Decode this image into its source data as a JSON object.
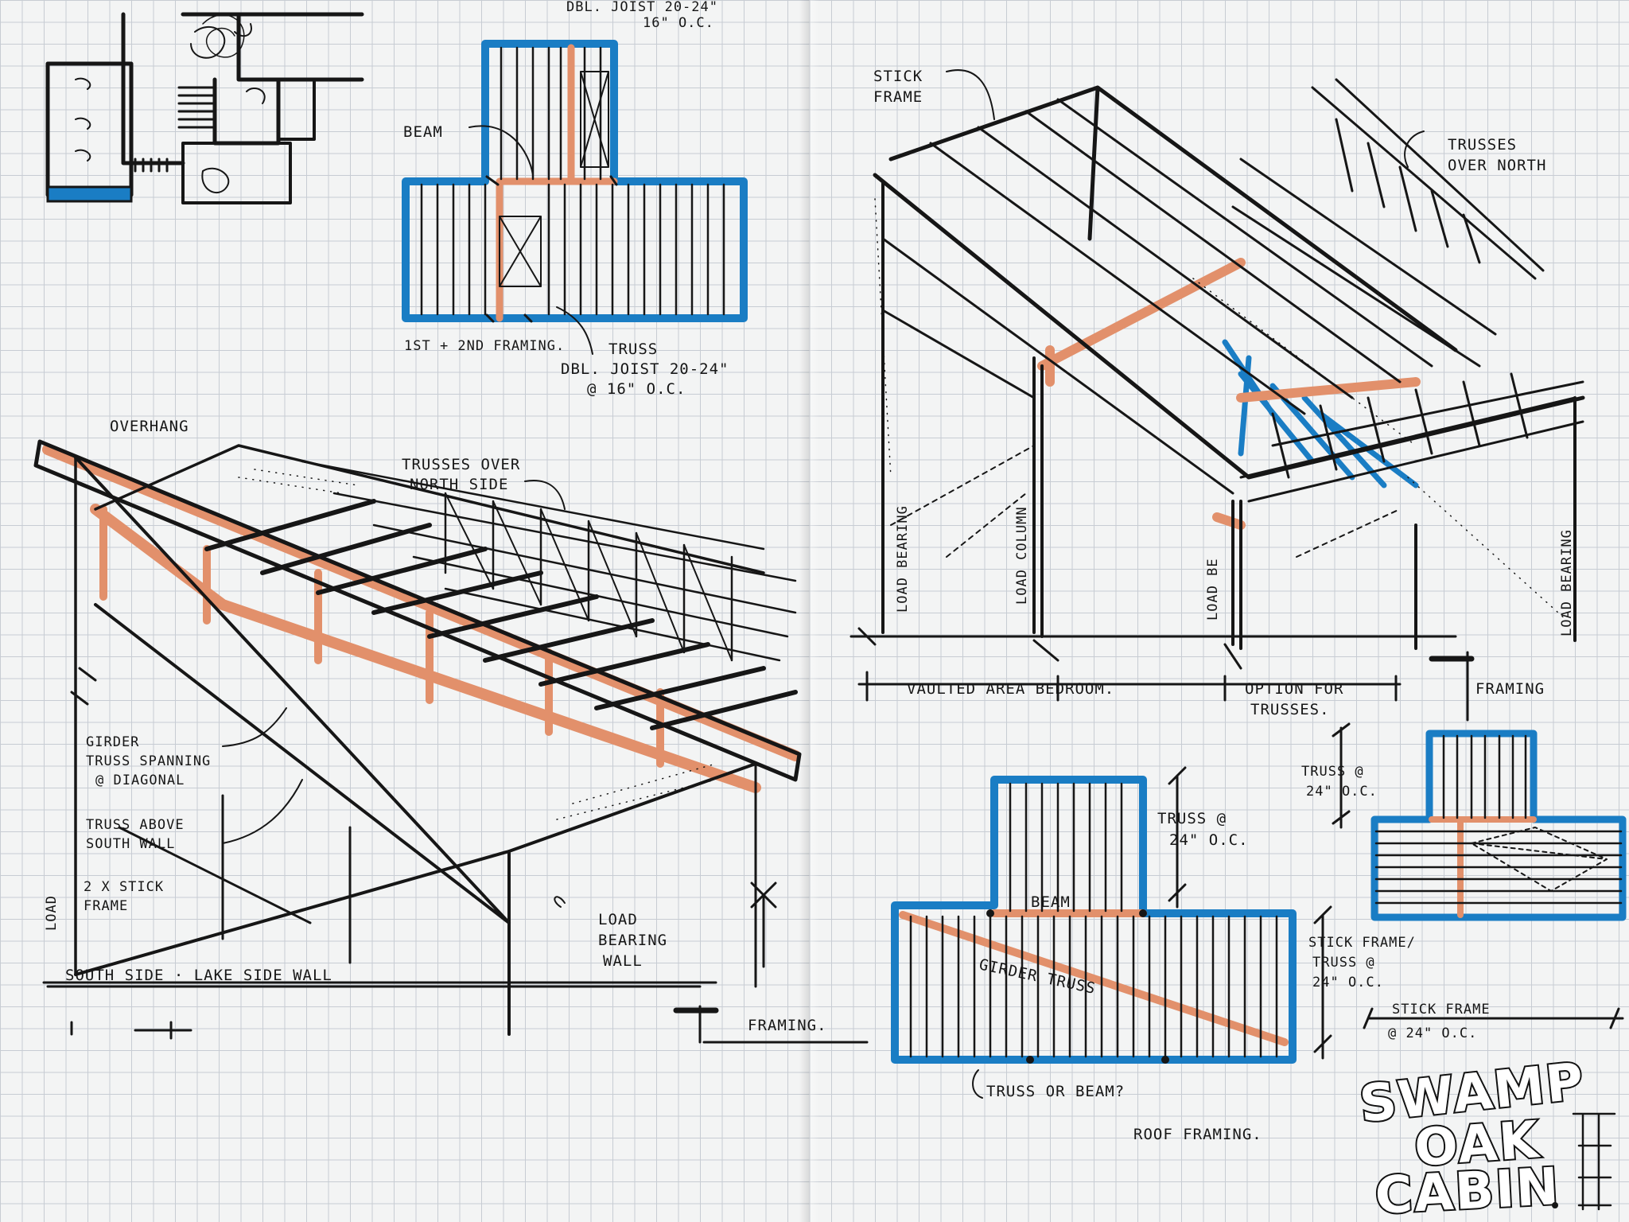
{
  "labels": {
    "dbl_joist_top": "DBL. JOIST 20-24\"",
    "dbl_joist_top_spacing": "16\" O.C.",
    "beam": "BEAM",
    "first_second_framing": "1ST + 2ND FRAMING.",
    "truss_dbl_joist": "TRUSS",
    "dbl_joist": "DBL. JOIST 20-24\"",
    "dbl_joist_spacing": "@ 16\" O.C.",
    "overhang": "OVERHANG",
    "trusses_over_north_side_1": "TRUSSES OVER",
    "trusses_over_north_side_2": "NORTH SIDE",
    "girder_truss_1": "GIRDER",
    "girder_truss_2": "TRUSS SPANNING",
    "girder_truss_3": "@ DIAGONAL",
    "truss_above_1": "TRUSS ABOVE",
    "truss_above_2": "SOUTH WALL",
    "stick_frame_2x_1": "2 X STICK",
    "stick_frame_2x_2": "FRAME",
    "load_bearing_wall_1": "LOAD",
    "load_bearing_wall_2": "BEARING",
    "load_bearing_wall_3": "WALL",
    "south_side_wall": "SOUTH SIDE · LAKE SIDE WALL",
    "load_left": "LOAD",
    "framing_bottom": "FRAMING.",
    "stick_frame_top_1": "STICK",
    "stick_frame_top_2": "FRAME",
    "trusses_over_north_1": "TRUSSES",
    "trusses_over_north_2": "OVER NORTH",
    "load_bearing_left": "LOAD BEARING",
    "load_column": "LOAD COLUMN",
    "load_bearing_mid": "LOAD BE",
    "load_bearing_right": "LOAD BEARING",
    "vaulted_area": "VAULTED AREA BEDROOM.",
    "option_for_1": "OPTION FOR",
    "option_for_2": "TRUSSES.",
    "framing_right": "FRAMING",
    "truss_24_right_1": "TRUSS @",
    "truss_24_right_2": "24\" O.C.",
    "truss_24_plan_1": "TRUSS @",
    "truss_24_plan_2": "24\" O.C.",
    "beam_plan": "BEAM",
    "girder_truss_plan": "GIRDER TRUSS",
    "truss_or_beam": "TRUSS OR BEAM?",
    "roof_framing": "ROOF FRAMING.",
    "stick_frame_right_1": "STICK FRAME/",
    "stick_frame_right_2": "TRUSS @",
    "stick_frame_right_3": "24\" O.C.",
    "stick_frame_bottom_1": "STICK FRAME",
    "stick_frame_bottom_2": "@ 24\" O.C."
  },
  "title": {
    "line1": "SWAMP",
    "line2": "OAK",
    "line3": "CABIN"
  },
  "colors": {
    "ink": "#161616",
    "blue": "#1a7dc4",
    "orange": "#e2906b",
    "grid": "#c7ccd3",
    "paper": "#f3f4f4"
  }
}
